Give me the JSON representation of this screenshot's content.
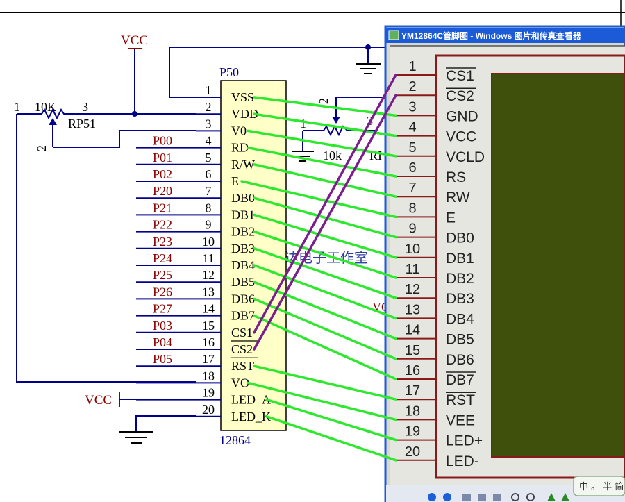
{
  "colors": {
    "wire": "#00008b",
    "power": "#8b0000",
    "chip_fill": "#ffffc8",
    "green_line": "#2ee82e",
    "purple_line": "#7a1f8c",
    "lcd_screen": "#3f4f0c",
    "lcd_border": "#8a1a1a",
    "titlebar": "#1c5bd8"
  },
  "labels": {
    "vcc_top": "VCC",
    "vcc_left": "VCC",
    "chip_ref": "P50",
    "chip_part": "12864",
    "pot_value": "10K",
    "pot_ref": "RP51",
    "pot_pin1": "1",
    "pot_pin2": "2",
    "pot_pin3": "3",
    "pot2_value": "10k",
    "pot2_ref": "RI",
    "pot2_pin1": "1",
    "pot2_pin2": "2",
    "pot2_pin3": "3",
    "watermark": "达达电子工作室",
    "vo_partial": "VO"
  },
  "window": {
    "title": "YM12864C管脚图 - Windows 图片和传真查看器",
    "ime_text": "中 。 半 简"
  },
  "chip_pins": [
    {
      "num": "1",
      "name": "VSS",
      "net": ""
    },
    {
      "num": "2",
      "name": "VDD",
      "net": ""
    },
    {
      "num": "3",
      "name": "V0",
      "net": ""
    },
    {
      "num": "4",
      "name": "RD",
      "net": "P00"
    },
    {
      "num": "5",
      "name": "R/W",
      "net": "P01"
    },
    {
      "num": "6",
      "name": "E",
      "net": "P02"
    },
    {
      "num": "7",
      "name": "DB0",
      "net": "P20"
    },
    {
      "num": "8",
      "name": "DB1",
      "net": "P21"
    },
    {
      "num": "9",
      "name": "DB2",
      "net": "P22"
    },
    {
      "num": "10",
      "name": "DB3",
      "net": "P23"
    },
    {
      "num": "11",
      "name": "DB4",
      "net": "P24"
    },
    {
      "num": "12",
      "name": "DB5",
      "net": "P25"
    },
    {
      "num": "13",
      "name": "DB6",
      "net": "P26"
    },
    {
      "num": "14",
      "name": "DB7",
      "net": "P27"
    },
    {
      "num": "15",
      "name": "CS1",
      "net": "P03"
    },
    {
      "num": "16",
      "name": "CS2",
      "net": "P04"
    },
    {
      "num": "17",
      "name": "RST",
      "net": "P05"
    },
    {
      "num": "18",
      "name": "VO",
      "net": ""
    },
    {
      "num": "19",
      "name": "LED_A",
      "net": ""
    },
    {
      "num": "20",
      "name": "LED_K",
      "net": ""
    }
  ],
  "lcd_pins": [
    {
      "num": "1",
      "name": "CS1"
    },
    {
      "num": "2",
      "name": "CS2"
    },
    {
      "num": "3",
      "name": "GND"
    },
    {
      "num": "4",
      "name": "VCC"
    },
    {
      "num": "5",
      "name": "VCLD"
    },
    {
      "num": "6",
      "name": "RS"
    },
    {
      "num": "7",
      "name": "RW"
    },
    {
      "num": "8",
      "name": "E"
    },
    {
      "num": "9",
      "name": "DB0"
    },
    {
      "num": "10",
      "name": "DB1"
    },
    {
      "num": "11",
      "name": "DB2"
    },
    {
      "num": "12",
      "name": "DB3"
    },
    {
      "num": "13",
      "name": "DB4"
    },
    {
      "num": "14",
      "name": "DB5"
    },
    {
      "num": "15",
      "name": "DB6"
    },
    {
      "num": "16",
      "name": "DB7"
    },
    {
      "num": "17",
      "name": "RST"
    },
    {
      "num": "18",
      "name": "VEE"
    },
    {
      "num": "19",
      "name": "LED+"
    },
    {
      "num": "20",
      "name": "LED-"
    }
  ],
  "green_map": [
    [
      1,
      3
    ],
    [
      2,
      4
    ],
    [
      3,
      5
    ],
    [
      4,
      6
    ],
    [
      5,
      7
    ],
    [
      6,
      8
    ],
    [
      7,
      9
    ],
    [
      8,
      10
    ],
    [
      9,
      11
    ],
    [
      10,
      12
    ],
    [
      11,
      13
    ],
    [
      12,
      14
    ],
    [
      13,
      15
    ],
    [
      14,
      16
    ],
    [
      17,
      17
    ],
    [
      18,
      18
    ],
    [
      19,
      19
    ],
    [
      20,
      20
    ]
  ],
  "purple_map": [
    [
      15,
      1
    ],
    [
      16,
      2
    ]
  ]
}
